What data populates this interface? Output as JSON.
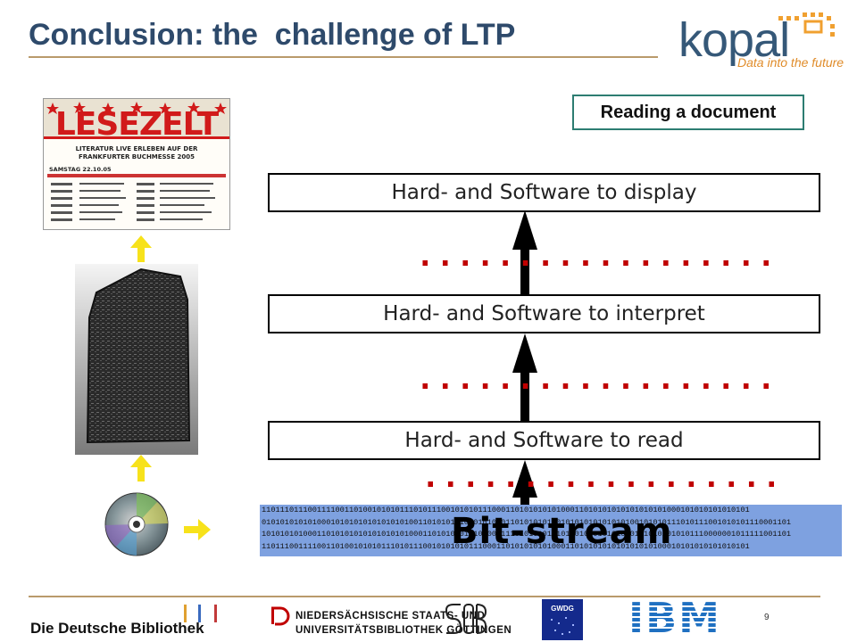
{
  "slide": {
    "title": "Conclusion: the  challenge of LTP",
    "badge": "Reading a document",
    "page_number": "9"
  },
  "logo": {
    "word": "kopal",
    "tagline": "Data into the future"
  },
  "layers": {
    "display": "Hard- and Software to display",
    "interpret": "Hard- and Software to interpret",
    "read": "Hard- and Software to read"
  },
  "dots": "..................",
  "bitstream": {
    "label": "Bit-stream",
    "lines": [
      "1101110111001111001101001010101110101110010101011100011010101010100011010101010101010101000101010101010101",
      "0101010101010001010101010101010100110101010101010100011010101010010101010101010100101010111010111001010101110001101",
      "1010101010001101010101010101010100011010101010101000111010101010101101010101010101010101010101110000001011111001101",
      "1101110011110011010010101011101011100101010101110001101010101010001101010101010101010100010101010101010101"
    ]
  },
  "poster": {
    "title": "LESEZELT",
    "subtitle": "LITERATUR LIVE ERLEBEN AUF DER FRANKFURTER BUCHMESSE 2005",
    "date": "SAMSTAG 22.10.05"
  },
  "footer": {
    "dnb": "Die Deutsche Bibliothek",
    "sub_line1": "NIEDERSÄCHSISCHE  STAATS- UND",
    "sub_line2": "UNIVERSITÄTSBIBLIOTHEK  GÖTTINGEN",
    "gwdg": "GWDG",
    "ibm": "IBM"
  },
  "colors": {
    "title": "#2e4a6b",
    "rule": "#b99a6b",
    "dots": "#c00000",
    "arrow_yellow": "#f7e21b",
    "bitstream_bg": "#7ea1e0",
    "badge_border": "#2d7d72",
    "ibm_blue": "#1f70c1"
  }
}
